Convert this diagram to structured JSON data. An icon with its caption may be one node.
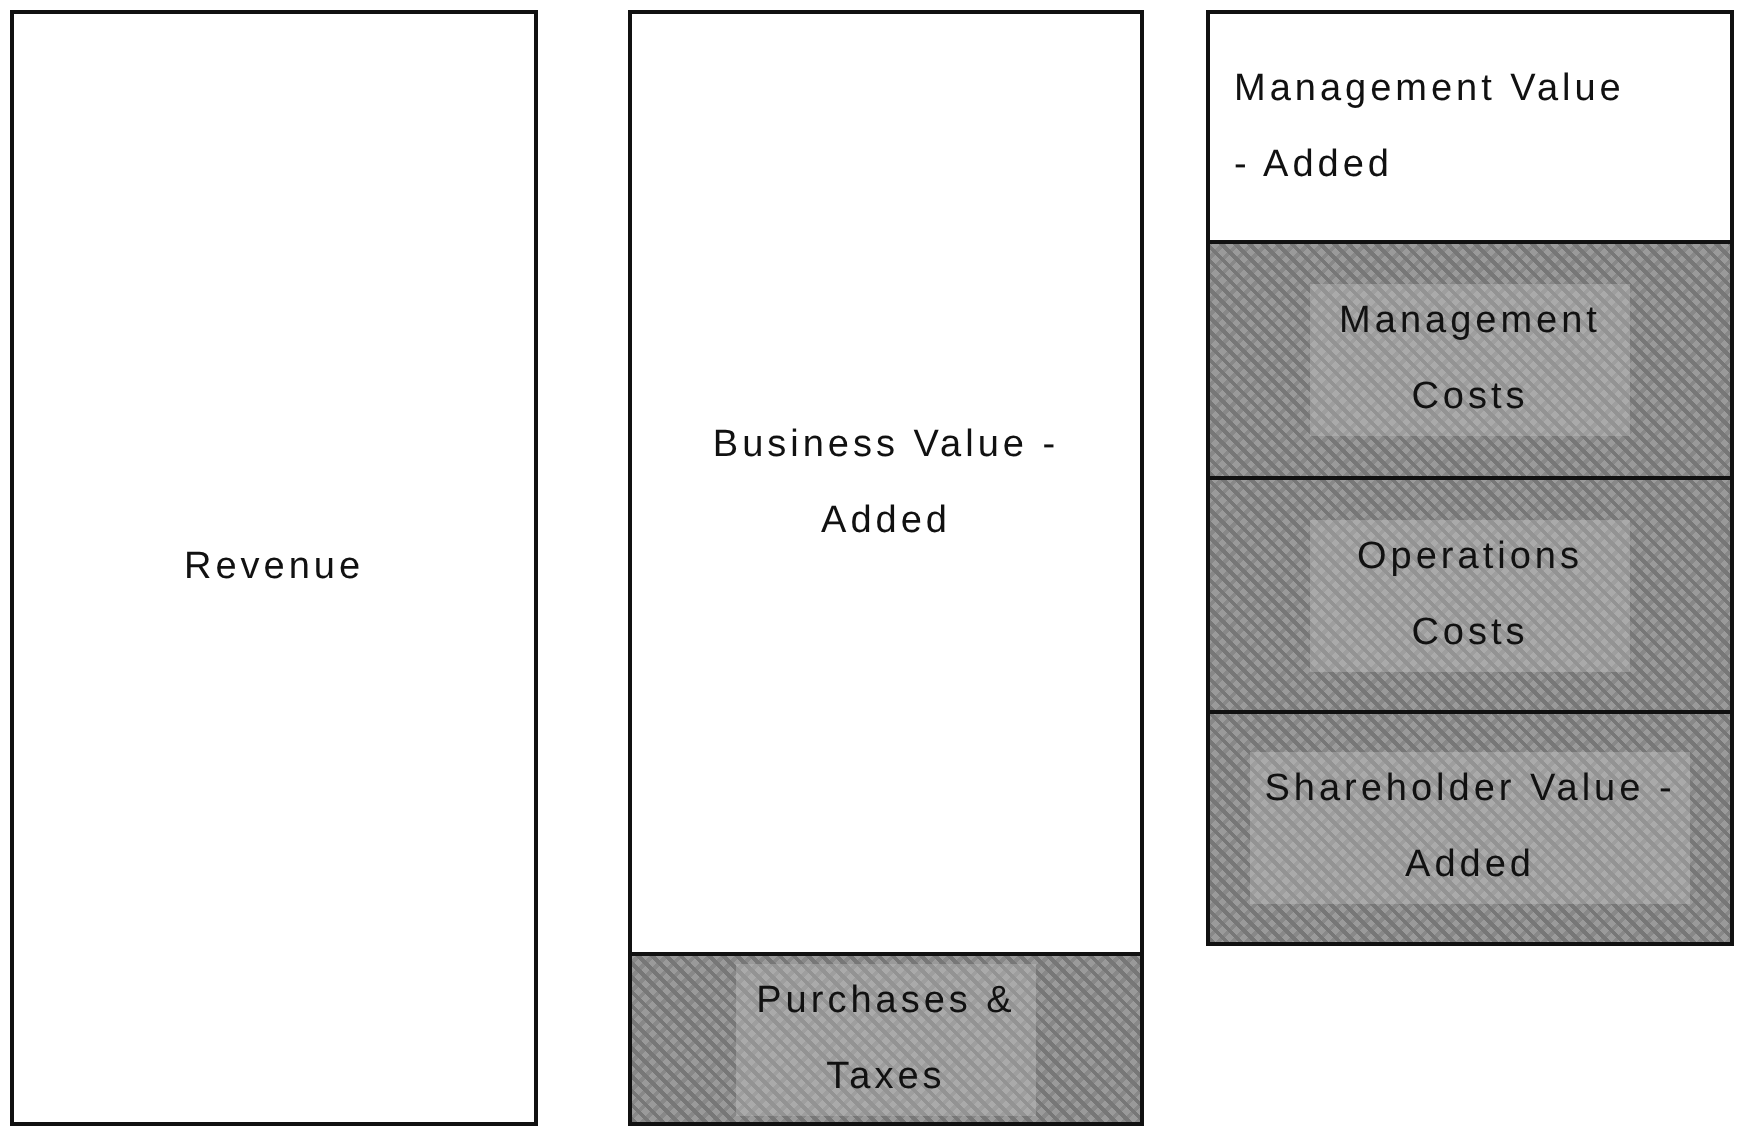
{
  "diagram": {
    "nodes": [
      {
        "text": [
          "Revenue"
        ]
      },
      {
        "text": [
          "Business Value - Added"
        ]
      },
      {
        "text": [
          "Purchases & Taxes"
        ]
      },
      {
        "text": [
          "Management Value - Added"
        ]
      },
      {
        "text": [
          "Management Costs"
        ]
      },
      {
        "text": [
          "Operations Costs"
        ]
      },
      {
        "text": [
          "Shareholder Value - Added"
        ]
      }
    ]
  }
}
